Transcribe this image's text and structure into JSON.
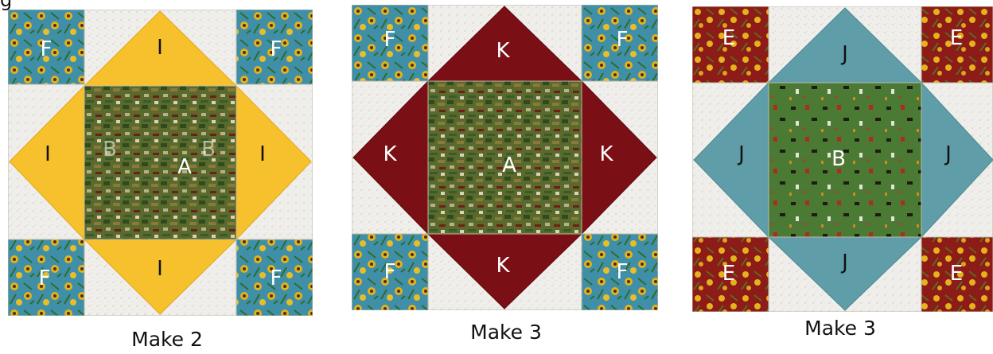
{
  "header_fragment": "g",
  "colors": {
    "background_print": "#efeeea",
    "background_fleck": "#dcdad4",
    "seam": "#bdb9a8",
    "gold": "#f6c12c",
    "burgundy": "#7a0f16",
    "teal": "#5f9ea8",
    "teal_print_base": "#3f8fa8",
    "sunflower": "#e3b21c",
    "red_print_base": "#8d1b18",
    "green_print_base": "#4a7a34",
    "camo_base": "#5a6a2c"
  },
  "blocks": [
    {
      "caption": "Make 2",
      "triangle_color": "gold",
      "corner_print": "teal-sunflower",
      "center_print": "camo",
      "labels": {
        "corners": [
          "F",
          "F",
          "F",
          "F"
        ],
        "triangles": [
          "I",
          "I",
          "I",
          "I"
        ],
        "center": "A",
        "center_small_left": "B",
        "center_small_right": "B"
      }
    },
    {
      "caption": "Make 3",
      "triangle_color": "burgundy",
      "corner_print": "teal-sunflower",
      "center_print": "camo",
      "labels": {
        "corners": [
          "F",
          "F",
          "F",
          "F"
        ],
        "triangles": [
          "K",
          "K",
          "K",
          "K"
        ],
        "center": "A"
      }
    },
    {
      "caption": "Make 3",
      "triangle_color": "teal",
      "corner_print": "red-sunflower",
      "center_print": "green-farm",
      "labels": {
        "corners": [
          "E",
          "E",
          "E",
          "E"
        ],
        "triangles": [
          "J",
          "J",
          "J",
          "J"
        ],
        "center": "B"
      }
    }
  ]
}
